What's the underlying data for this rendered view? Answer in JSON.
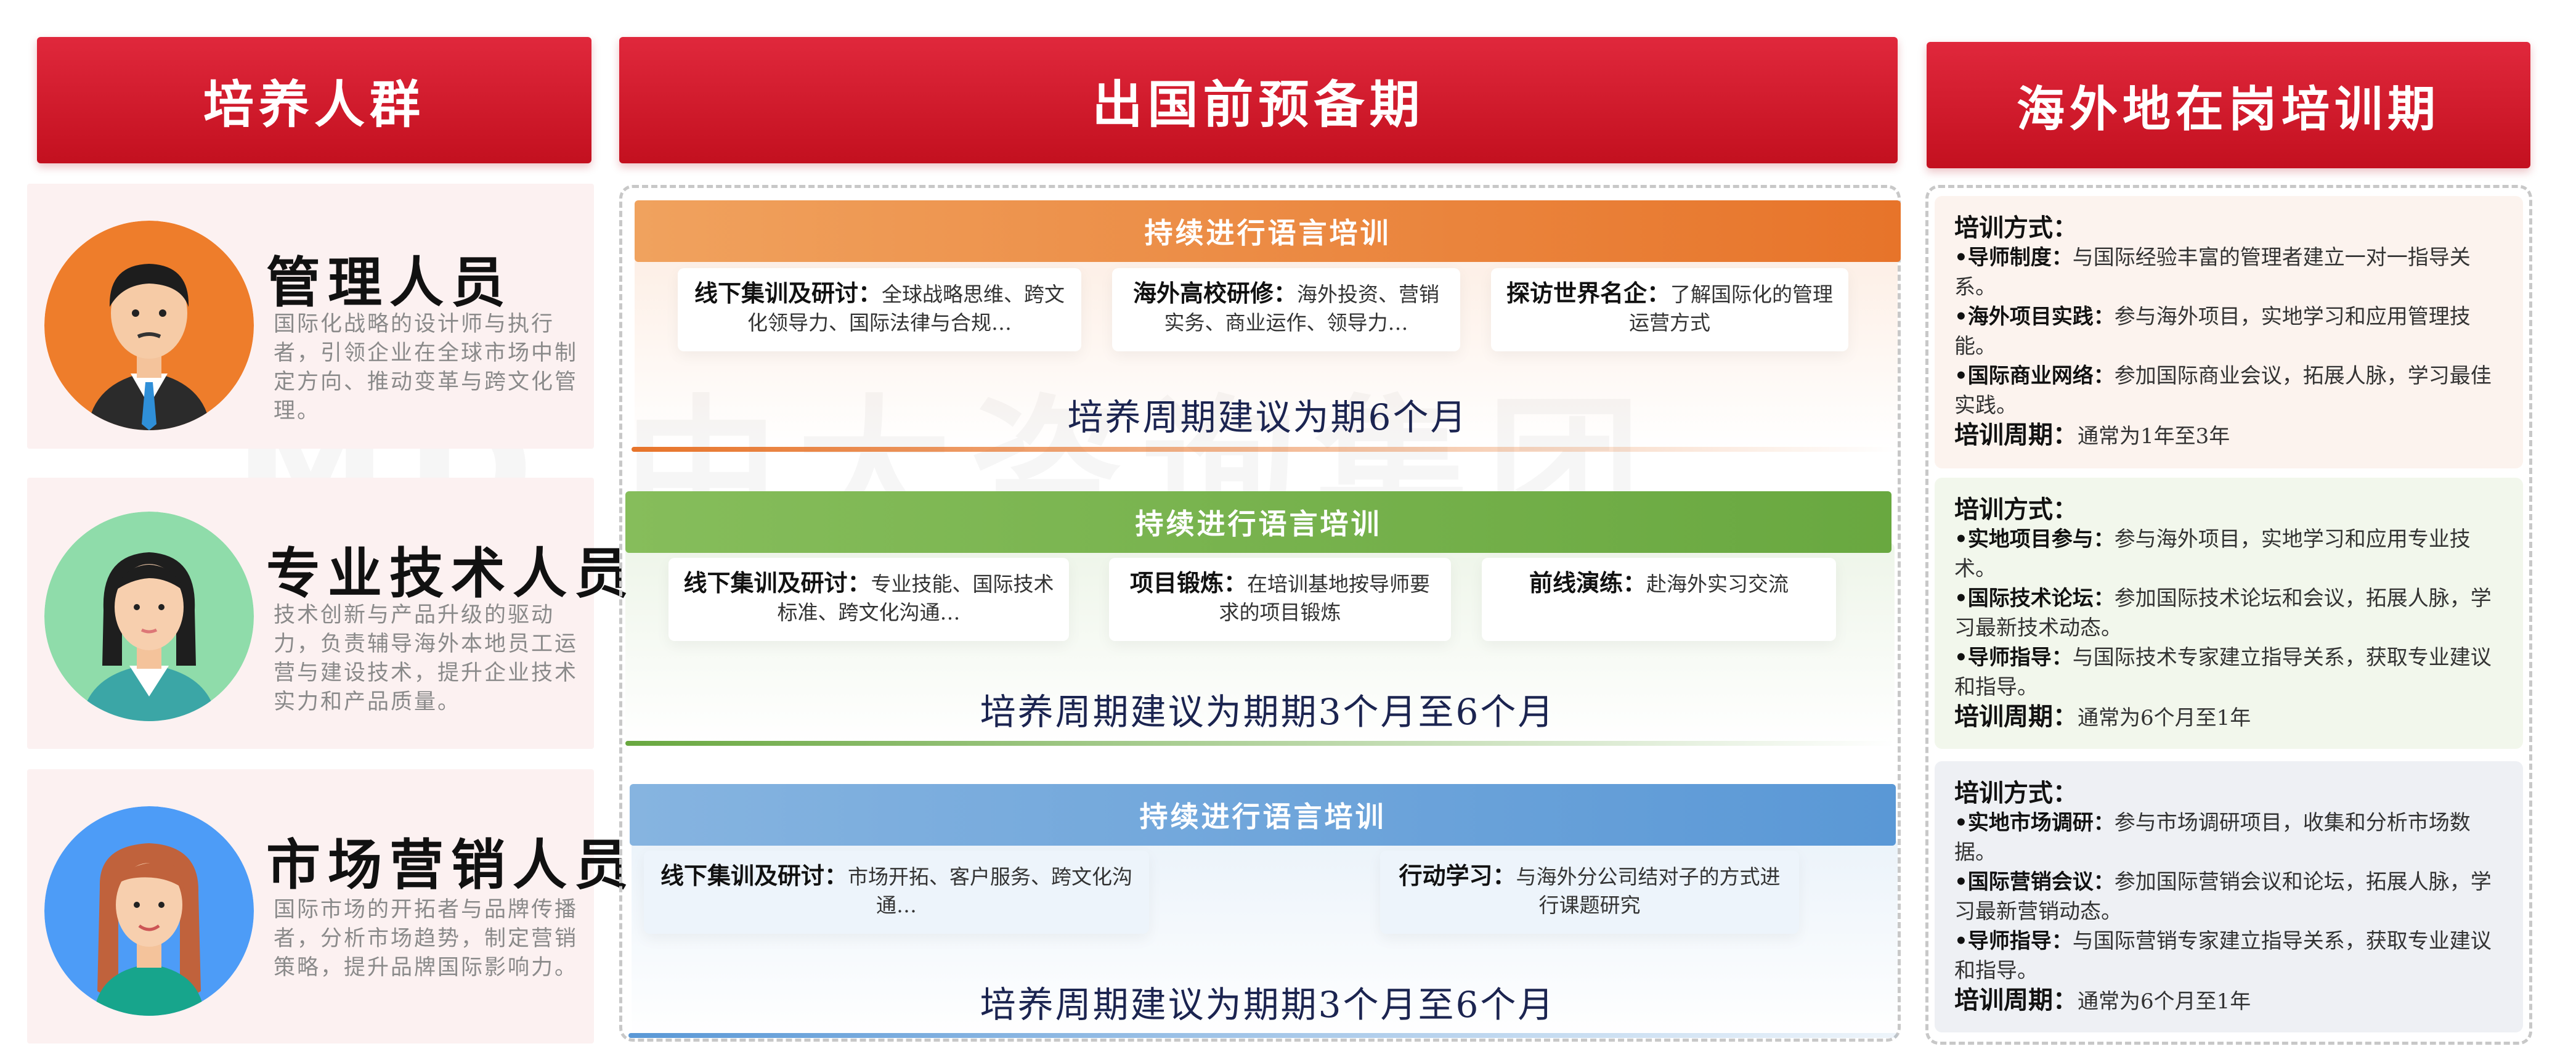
{
  "headers": {
    "left": "培养人群",
    "middle": "出国前预备期",
    "right": "海外地在岗培训期"
  },
  "personas": [
    {
      "title": "管理人员",
      "desc": "国际化战略的设计师与执行者，引领企业在全球市场中制定方向、推动变革与跨文化管理。"
    },
    {
      "title": "专业技术人员",
      "desc": "技术创新与产品升级的驱动力，负责辅导海外本地员工运营与建设技术，提升企业技术实力和产品质量。"
    },
    {
      "title": "市场营销人员",
      "desc": "国际市场的开拓者与品牌传播者，分析市场趋势，制定营销策略，提升品牌国际影响力。"
    }
  ],
  "prep": [
    {
      "ribbon": "持续进行语言培训",
      "cards": [
        {
          "bold": "线下集训及研讨：",
          "text": "全球战略思维、跨文化领导力、国际法律与合规…"
        },
        {
          "bold": "海外高校研修：",
          "text": "海外投资、营销实务、商业运作、领导力…"
        },
        {
          "bold": "探访世界名企：",
          "text": "了解国际化的管理运营方式"
        }
      ],
      "cycle": "培养周期建议为期6个月"
    },
    {
      "ribbon": "持续进行语言培训",
      "cards": [
        {
          "bold": "线下集训及研讨：",
          "text": "专业技能、国际技术标准、跨文化沟通…"
        },
        {
          "bold": "项目锻炼：",
          "text": "在培训基地按导师要求的项目锻炼"
        },
        {
          "bold": "前线演练：",
          "text": "赴海外实习交流"
        }
      ],
      "cycle": "培养周期建议为期期3个月至6个月"
    },
    {
      "ribbon": "持续进行语言培训",
      "cards": [
        {
          "bold": "线下集训及研讨：",
          "text": "市场开拓、客户服务、跨文化沟通…"
        },
        {
          "bold": "行动学习：",
          "text": "与海外分公司结对子的方式进行课题研究"
        }
      ],
      "cycle": "培养周期建议为期期3个月至6个月"
    }
  ],
  "onsite": [
    {
      "label": "培训方式：",
      "items": [
        {
          "bold": "•导师制度：",
          "text": "与国际经验丰富的管理者建立一对一指导关系。"
        },
        {
          "bold": "•海外项目实践：",
          "text": "参与海外项目，实地学习和应用管理技能。"
        },
        {
          "bold": "•国际商业网络：",
          "text": "参加国际商业会议，拓展人脉，学习最佳实践。"
        }
      ],
      "period_label": "培训周期：",
      "period": "通常为1年至3年"
    },
    {
      "label": "培训方式：",
      "items": [
        {
          "bold": "•实地项目参与：",
          "text": "参与海外项目，实地学习和应用专业技术。"
        },
        {
          "bold": "•国际技术论坛：",
          "text": "参加国际技术论坛和会议，拓展人脉，学习最新技术动态。"
        },
        {
          "bold": "•导师指导：",
          "text": "与国际技术专家建立指导关系，获取专业建议和指导。"
        }
      ],
      "period_label": "培训周期：",
      "period": "通常为6个月至1年"
    },
    {
      "label": "培训方式：",
      "items": [
        {
          "bold": "•实地市场调研：",
          "text": "参与市场调研项目，收集和分析市场数据。"
        },
        {
          "bold": "•国际营销会议：",
          "text": "参加国际营销会议和论坛，拓展人脉，学习最新营销动态。"
        },
        {
          "bold": "•导师指导：",
          "text": "与国际营销专家建立指导关系，获取专业建议和指导。"
        }
      ],
      "period_label": "培训周期：",
      "period": "通常为6个月至1年"
    }
  ],
  "colors": {
    "header_red": "#d11a2a",
    "orange": "#ed7d31",
    "green": "#70ad47",
    "blue": "#5b9bd5"
  }
}
